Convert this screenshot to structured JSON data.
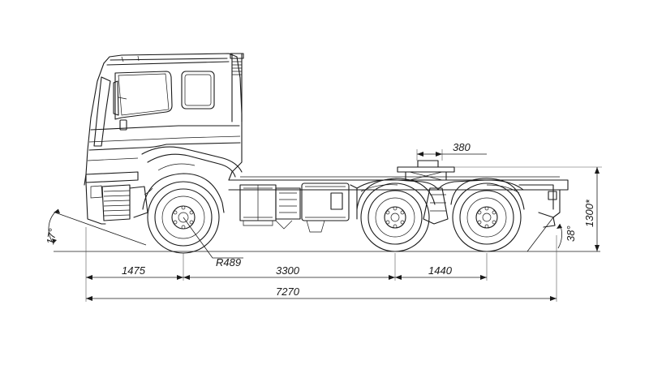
{
  "dimensions": {
    "front_overhang": "1475",
    "wheelbase": "3300",
    "rear_axle_spacing": "1440",
    "overall_length": "7270",
    "fifth_wheel_offset": "380",
    "fifth_wheel_height": "1300*",
    "wheel_radius": "R489",
    "approach_angle": "17°",
    "departure_angle": "38°"
  }
}
